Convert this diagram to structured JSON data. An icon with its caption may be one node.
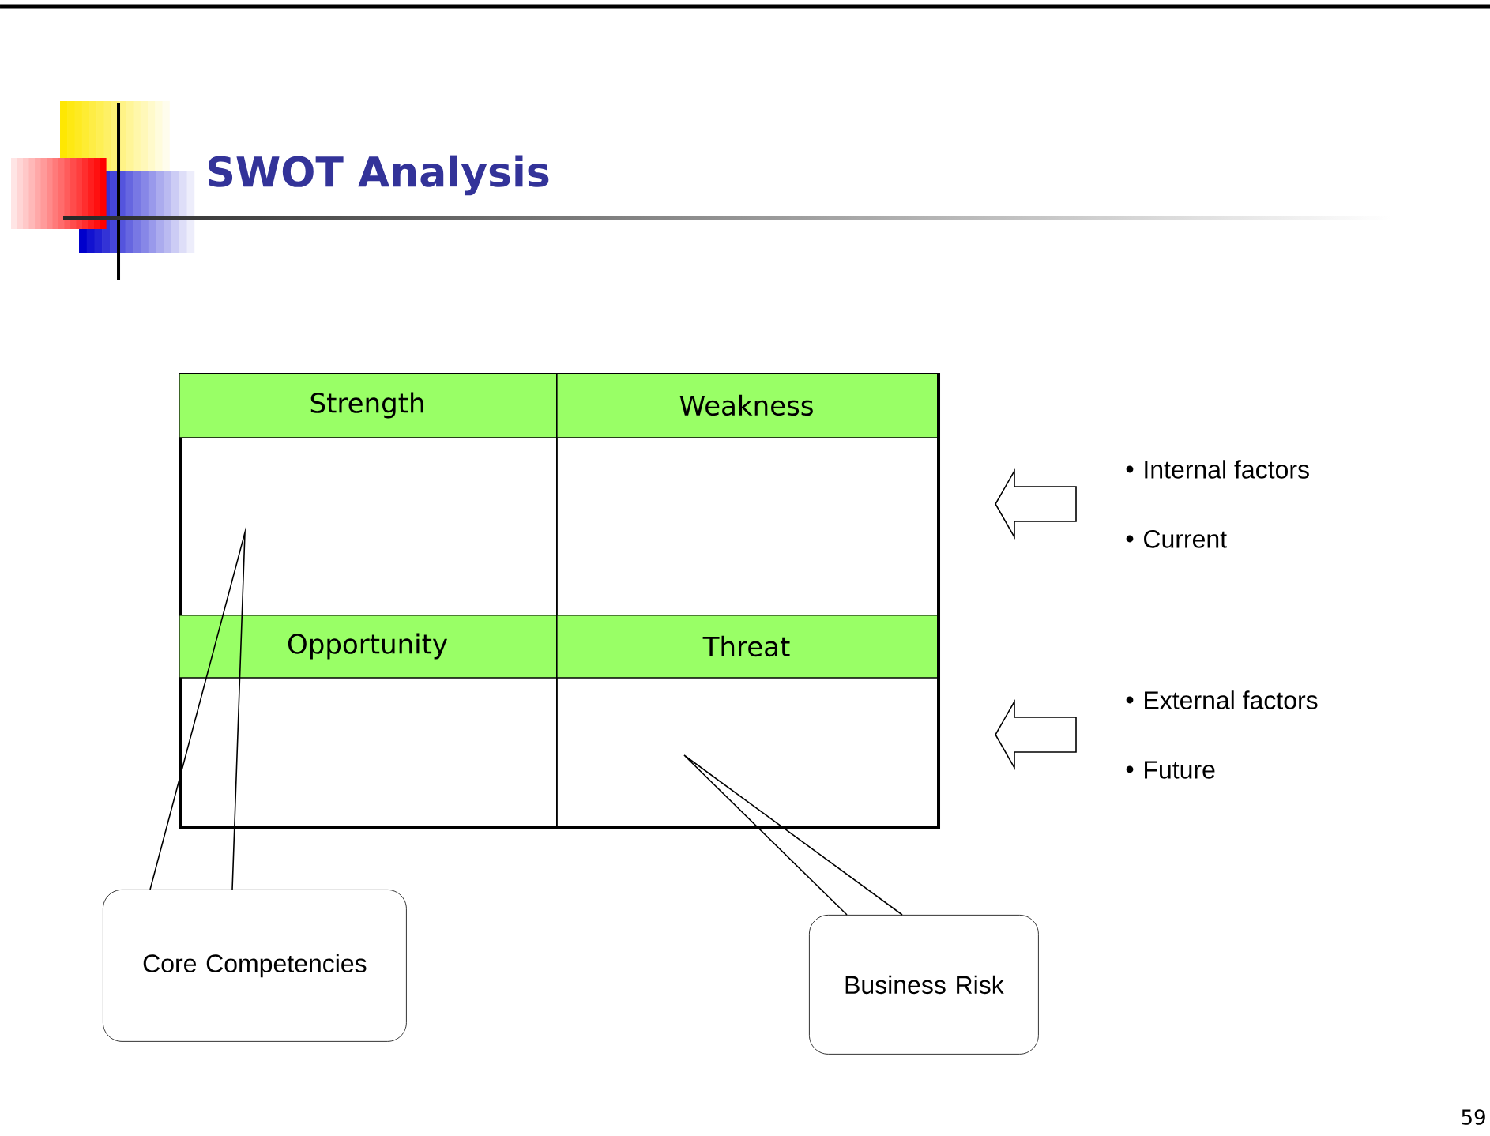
{
  "diagram": {
    "title": "SWOT Analysis",
    "nodes": [
      {
        "text": [],
        "shape": "box"
      },
      {
        "text": [
          "Strength"
        ],
        "in": 0
      },
      {
        "text": [
          "Weakness"
        ],
        "in": 0
      },
      {
        "text": [
          "Opportunity"
        ],
        "in": 0
      },
      {
        "text": [
          "Threat"
        ],
        "in": 0
      },
      {
        "text": [
          "Internal factors",
          "Current"
        ]
      },
      {
        "text": [
          "External factors",
          "Future"
        ]
      },
      {
        "text": [
          "Core Competencies"
        ]
      },
      {
        "text": [
          "Business Risk"
        ]
      }
    ],
    "edges": [
      {
        "from": 5,
        "to": 0,
        "arrow": "to"
      },
      {
        "from": 6,
        "to": 0,
        "arrow": "to"
      },
      {
        "from": 7,
        "to": null,
        "arrow": "none"
      },
      {
        "from": 8,
        "to": null,
        "arrow": "none"
      }
    ],
    "labels": [
      "59"
    ]
  }
}
